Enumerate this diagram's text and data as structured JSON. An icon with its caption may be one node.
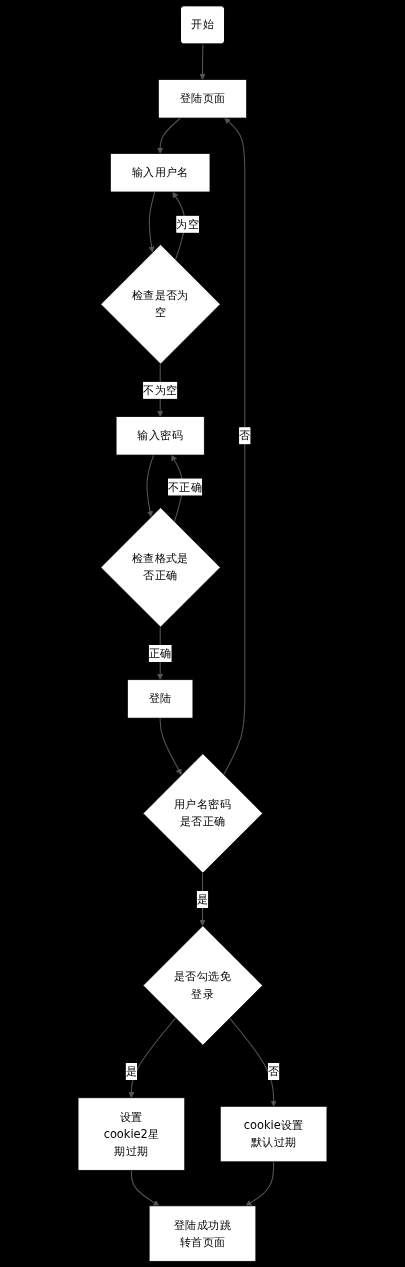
{
  "diagram": {
    "nodes": [
      {
        "text": [
          "开始"
        ]
      },
      {
        "text": [
          "登陆页面"
        ]
      },
      {
        "text": [
          "输入用户名"
        ]
      },
      {
        "text": [
          "检查是否为空"
        ]
      },
      {
        "text": [
          "输入密码"
        ]
      },
      {
        "text": [
          "检查格式是否正确"
        ]
      },
      {
        "text": [
          "登陆"
        ]
      },
      {
        "text": [
          "用户名密码是否正确"
        ]
      },
      {
        "text": [
          "是否勾选免登录"
        ]
      },
      {
        "text": [
          "设置cookie2星期过期"
        ]
      },
      {
        "text": [
          "cookie设置默认过期"
        ]
      },
      {
        "text": [
          "登陆成功跳转首页面"
        ]
      }
    ],
    "edges": [
      {
        "from": 0,
        "to": 1,
        "arrow": "to"
      },
      {
        "from": 1,
        "to": 2,
        "arrow": "to"
      },
      {
        "from": 2,
        "to": 3,
        "arrow": "to"
      },
      {
        "from": 3,
        "to": 2,
        "arrow": "to",
        "label": "为空"
      },
      {
        "from": 3,
        "to": 4,
        "arrow": "to",
        "label": "不为空"
      },
      {
        "from": 4,
        "to": 5,
        "arrow": "to"
      },
      {
        "from": 5,
        "to": 4,
        "arrow": "to",
        "label": "不正确"
      },
      {
        "from": 5,
        "to": 6,
        "arrow": "to",
        "label": "正确"
      },
      {
        "from": 6,
        "to": 7,
        "arrow": "to"
      },
      {
        "from": 7,
        "to": 1,
        "arrow": "to",
        "label": "否"
      },
      {
        "from": 7,
        "to": 8,
        "arrow": "to",
        "label": "是"
      },
      {
        "from": 8,
        "to": 9,
        "arrow": "to",
        "label": "是"
      },
      {
        "from": 8,
        "to": 10,
        "arrow": "to",
        "label": "否"
      },
      {
        "from": 9,
        "to": 11,
        "arrow": "to"
      },
      {
        "from": 10,
        "to": 11,
        "arrow": "to"
      }
    ]
  }
}
